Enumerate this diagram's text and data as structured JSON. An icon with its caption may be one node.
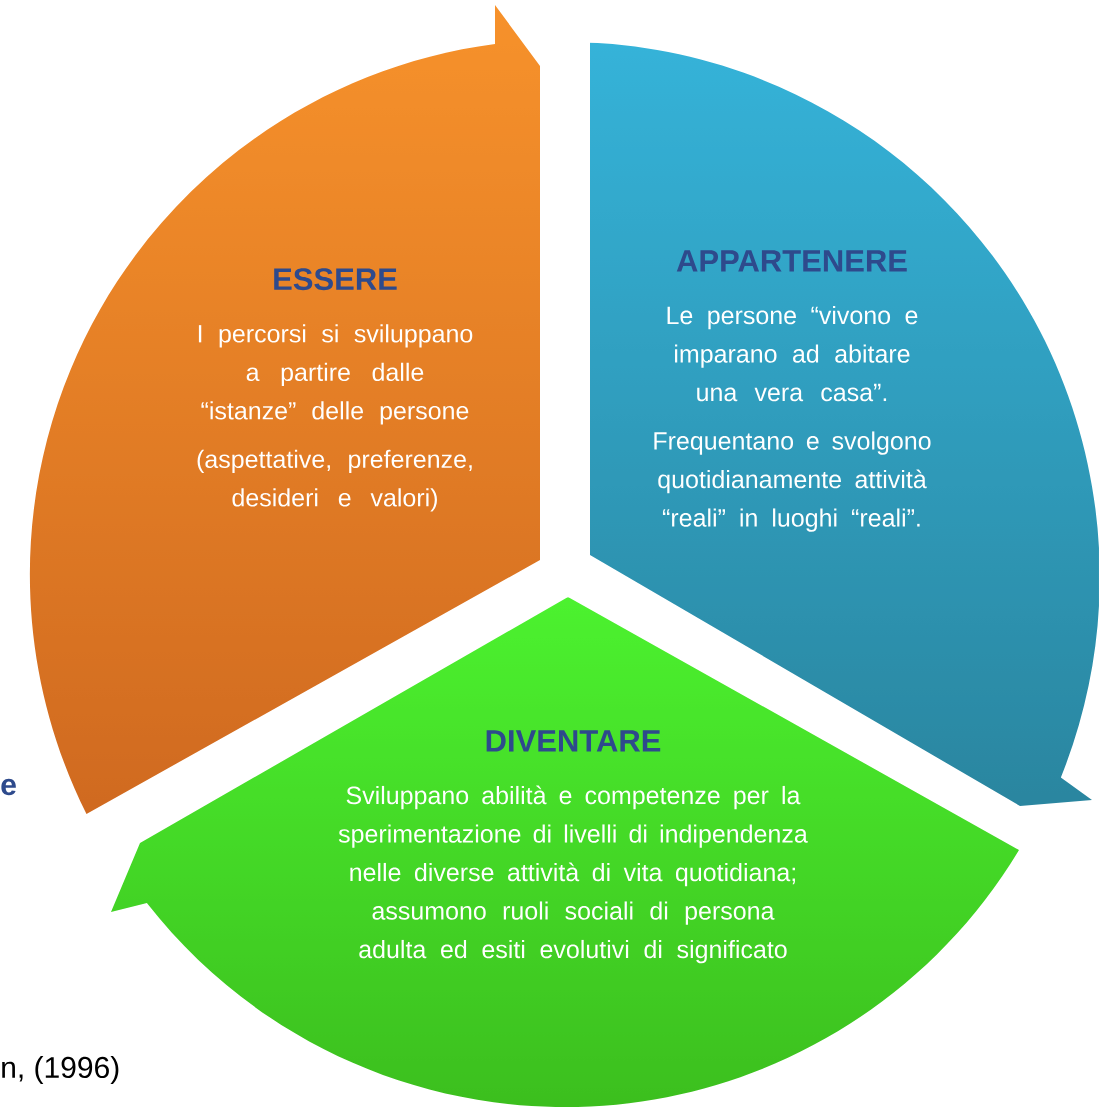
{
  "diagram": {
    "nodes": [
      {
        "text": [
          "ESSERE",
          "I percorsi si sviluppano a partire dalle “istanze” delle persone",
          "(aspettative, preferenze, desideri e valori)"
        ]
      },
      {
        "text": [
          "APPARTENERE",
          "Le persone “vivono  e imparano ad abitare una vera casa”.",
          "Frequentano e svolgono quotidianamente attività “reali” in luoghi “reali”."
        ]
      },
      {
        "text": [
          "DIVENTARE",
          "Sviluppano abilità e competenze per la sperimentazione di livelli di indipendenza  nelle diverse attività di vita quotidiana; assumono ruoli sociali di persona adulta ed esiti evolutivi di significato"
        ]
      }
    ],
    "labels": [
      "e",
      "n, (1996)"
    ]
  }
}
